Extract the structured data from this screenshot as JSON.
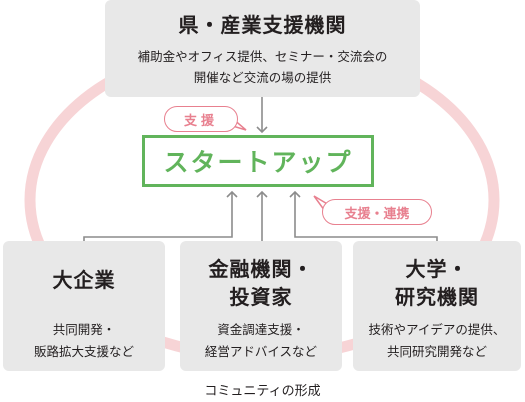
{
  "top": {
    "title": "県・産業支援機関",
    "desc_line1": "補助金やオフィス提供、セミナー・交流会の",
    "desc_line2": "開催など交流の場の提供"
  },
  "center": {
    "label": "スタートアップ"
  },
  "tags": {
    "support": "支援",
    "support_collab": "支援・連携"
  },
  "nodes": [
    {
      "title_line1": "大企業",
      "title_line2": "",
      "desc_line1": "共同開発・",
      "desc_line2": "販路拡大支援など"
    },
    {
      "title_line1": "金融機関・",
      "title_line2": "投資家",
      "desc_line1": "資金調達支援・",
      "desc_line2": "経営アドバイスなど"
    },
    {
      "title_line1": "大学・",
      "title_line2": "研究機関",
      "desc_line1": "技術やアイデアの提供、",
      "desc_line2": "共同研究開発など"
    }
  ],
  "caption": "コミュニティの形成",
  "colors": {
    "ring": "#f7d4d6",
    "accent_green": "#61b45b",
    "tag_pink": "#e8808f",
    "box_gray": "#e8e8e8",
    "arrow": "#8c8c8c"
  }
}
